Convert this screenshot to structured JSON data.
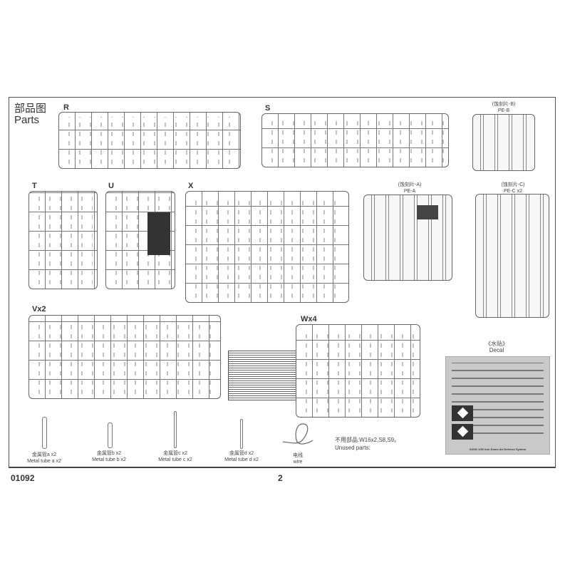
{
  "header": {
    "title_cn": "部品图",
    "title_en": "Parts"
  },
  "sprues": {
    "R": "R",
    "S": "S",
    "T": "T",
    "U": "U",
    "X": "X",
    "V": "Vx2",
    "W": "Wx4"
  },
  "photo_etch": {
    "pe_b": {
      "cn": "(蚀刻片-B)",
      "en": "PE-B"
    },
    "pe_a": {
      "cn": "(蚀刻片-A)",
      "en": "PE-A"
    },
    "pe_c": {
      "cn": "(蚀刻片-C)",
      "en": "PE-C x2"
    }
  },
  "decal": {
    "cn": "《水贴》",
    "en": "Decal",
    "caption": "01092 1/35 Iron Dome Air Defense System"
  },
  "tubes": [
    {
      "cn": "金属管a x2",
      "en": "Metal tube a x2"
    },
    {
      "cn": "金属管b x2",
      "en": "Metal tube b x2"
    },
    {
      "cn": "金属管c x2",
      "en": "Metal tube c x2"
    },
    {
      "cn": "金属管d x2",
      "en": "Metal tube d x2"
    }
  ],
  "wire": {
    "cn": "电线",
    "en": "wire"
  },
  "unused": {
    "cn": "不用部品:W16x2,S8,S9。",
    "en": "Unused parts:"
  },
  "footer": {
    "code": "01092",
    "page": "2"
  }
}
